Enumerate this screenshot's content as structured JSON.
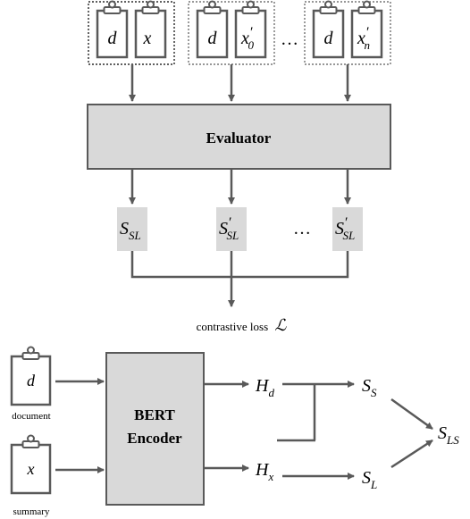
{
  "top": {
    "pairs": [
      {
        "left": "d",
        "right": "x",
        "right_sub": "",
        "right_prime": false
      },
      {
        "left": "d",
        "right": "x",
        "right_sub": "0",
        "right_prime": true
      },
      {
        "left": "d",
        "right": "x",
        "right_sub": "n",
        "right_prime": true
      }
    ],
    "pair_ellipsis": "…",
    "evaluator_label": "Evaluator",
    "scores": [
      {
        "main": "S",
        "prime": "",
        "sub": "SL"
      },
      {
        "main": "S",
        "prime": "′",
        "sub": "SL"
      },
      {
        "main": "S",
        "prime": "′",
        "sub": "SL"
      }
    ],
    "score_ellipsis": "…",
    "loss_label": "contrastive loss",
    "loss_symbol": "ℒ"
  },
  "bottom": {
    "inputs": [
      {
        "symbol": "d",
        "caption": "document"
      },
      {
        "symbol": "x",
        "caption": "summary"
      }
    ],
    "encoder_line1": "BERT",
    "encoder_line2": "Encoder",
    "hidden": [
      {
        "main": "H",
        "sub": "d"
      },
      {
        "main": "H",
        "sub": "x"
      }
    ],
    "outputs": [
      {
        "main": "S",
        "sub": "S"
      },
      {
        "main": "S",
        "sub": "L"
      }
    ],
    "final": {
      "main": "S",
      "sub": "LS"
    }
  },
  "colors": {
    "box_fill": "#d9d9d9",
    "stroke": "#595959",
    "clipboard_fill": "#ffffff",
    "text": "#000000"
  }
}
